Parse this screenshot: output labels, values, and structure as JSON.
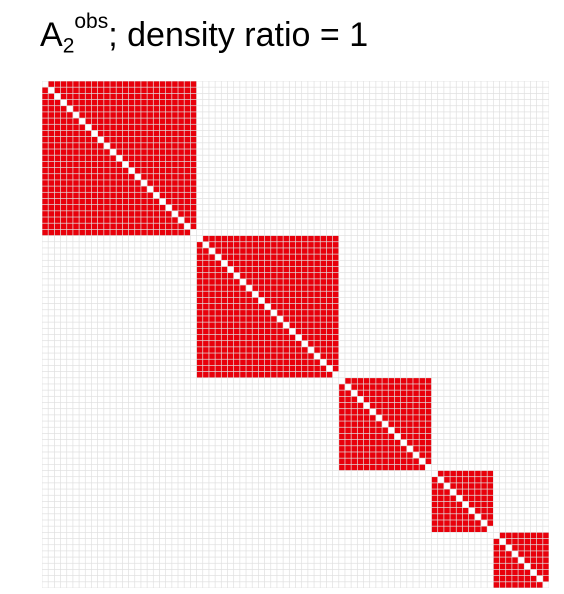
{
  "title": {
    "main": "A",
    "subscript": "2",
    "superscript": "obs",
    "rest": "; density ratio = 1"
  },
  "chart_data": {
    "type": "heatmap",
    "n": 82,
    "blocks": [
      {
        "start": 1,
        "size": 25
      },
      {
        "start": 26,
        "size": 23
      },
      {
        "start": 49,
        "size": 15
      },
      {
        "start": 64,
        "size": 10
      },
      {
        "start": 74,
        "size": 9
      }
    ],
    "diagonal": "off",
    "colors": {
      "edge": "#e8000b",
      "no_edge": "#ffffff",
      "gridline": "#e0e0e0"
    }
  }
}
